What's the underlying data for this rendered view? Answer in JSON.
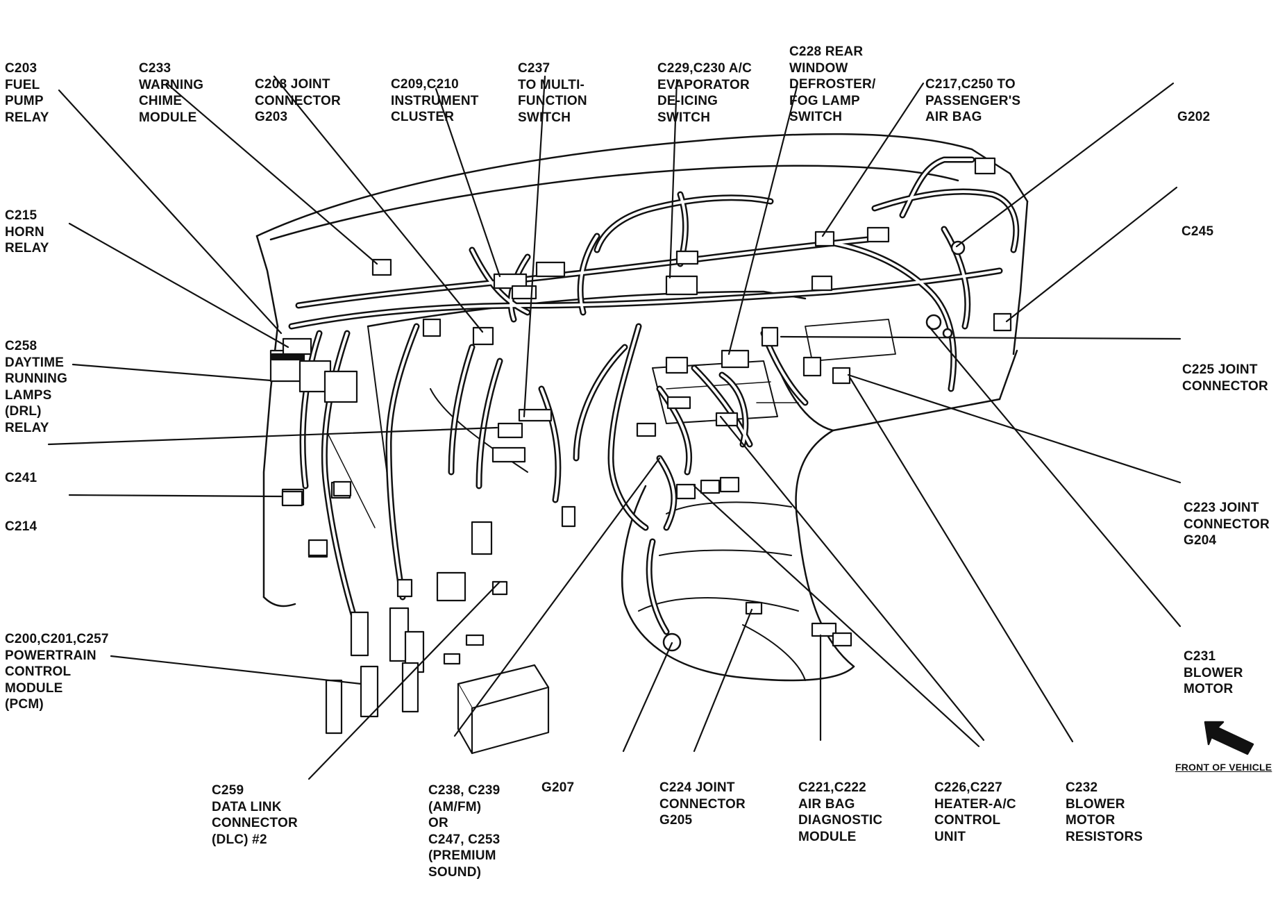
{
  "labels": {
    "c203": [
      "C203",
      "FUEL",
      "PUMP",
      "RELAY"
    ],
    "c233": [
      "C233",
      "WARNING",
      "CHIME",
      "MODULE"
    ],
    "c208": [
      "C208 JOINT",
      "CONNECTOR",
      "G203"
    ],
    "c209": [
      "C209,C210",
      "INSTRUMENT",
      "CLUSTER"
    ],
    "c237": [
      "C237",
      "TO MULTI-",
      "FUNCTION",
      "SWITCH"
    ],
    "c229": [
      "C229,C230 A/C",
      "EVAPORATOR",
      "DE-ICING",
      "SWITCH"
    ],
    "c228": [
      "C228 REAR",
      "WINDOW",
      "DEFROSTER/",
      "FOG LAMP",
      "SWITCH"
    ],
    "c217": [
      "C217,C250 TO",
      "PASSENGER'S",
      "AIR BAG"
    ],
    "g202": [
      "G202"
    ],
    "c215": [
      "C215",
      "HORN",
      "RELAY"
    ],
    "c245": [
      "C245"
    ],
    "c258": [
      "C258",
      "DAYTIME",
      "RUNNING",
      "LAMPS",
      "(DRL)",
      "RELAY"
    ],
    "c225": [
      "C225 JOINT",
      "CONNECTOR"
    ],
    "c241": [
      "C241"
    ],
    "c223": [
      "C223 JOINT",
      "CONNECTOR",
      "G204"
    ],
    "c214": [
      "C214"
    ],
    "c231": [
      "C231",
      "BLOWER",
      "MOTOR"
    ],
    "c200": [
      "C200,C201,C257",
      "POWERTRAIN",
      "CONTROL",
      "MODULE",
      "(PCM)"
    ],
    "c259": [
      "C259",
      "DATA LINK",
      "CONNECTOR",
      "(DLC) #2"
    ],
    "c238": [
      "C238, C239",
      "(AM/FM)",
      "OR",
      "C247, C253",
      "(PREMIUM",
      "SOUND)"
    ],
    "g207": [
      "G207"
    ],
    "c224": [
      "C224 JOINT",
      "CONNECTOR",
      "G205"
    ],
    "c221": [
      "C221,C222",
      "AIR BAG",
      "DIAGNOSTIC",
      "MODULE"
    ],
    "c226": [
      "C226,C227",
      "HEATER-A/C",
      "CONTROL",
      "UNIT"
    ],
    "c232": [
      "C232",
      "BLOWER",
      "MOTOR",
      "RESISTORS"
    ]
  },
  "front_of_vehicle": "FRONT OF VEHICLE",
  "front_arrow_icon": "arrow-up-left-icon",
  "colors": {
    "ink": "#111111",
    "background": "#ffffff"
  }
}
